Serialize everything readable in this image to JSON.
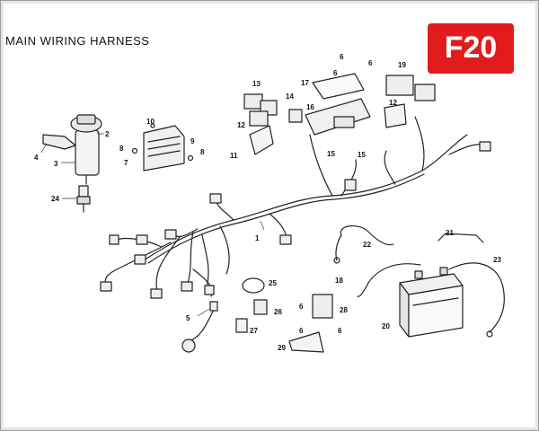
{
  "header": {
    "title": "MAIN WIRING HARNESS",
    "page_code": "F20"
  },
  "callouts": {
    "c1": "1",
    "c2": "2",
    "c3": "3",
    "c4": "4",
    "c5": "5",
    "c6a": "6",
    "c6b": "6",
    "c6c": "6",
    "c6d": "6",
    "c6e": "6",
    "c6f": "6",
    "c7": "7",
    "c8a": "8",
    "c8b": "8",
    "c9": "9",
    "c10": "10",
    "c11": "11",
    "c12a": "12",
    "c12b": "12",
    "c13": "13",
    "c14": "14",
    "c15a": "15",
    "c15b": "15",
    "c16": "16",
    "c17": "17",
    "c18": "18",
    "c19": "19",
    "c20": "20",
    "c21": "21",
    "c22": "22",
    "c23": "23",
    "c24": "24",
    "c25": "25",
    "c26": "26",
    "c27": "27",
    "c28": "28",
    "c29": "29"
  }
}
